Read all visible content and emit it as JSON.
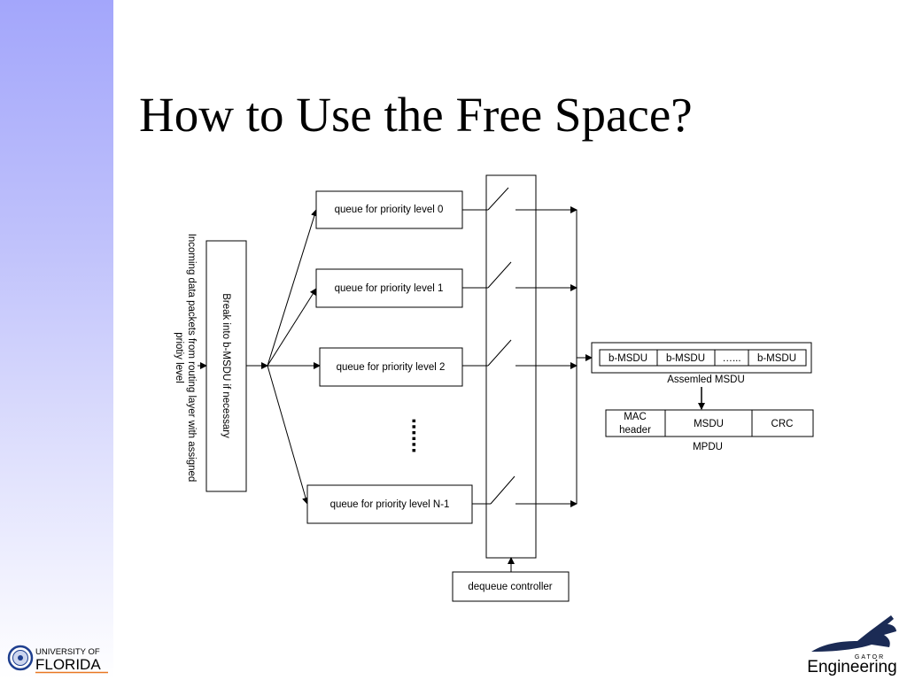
{
  "slide": {
    "title": "How to Use the Free Space?"
  },
  "diagram": {
    "incoming_label_line1": "Incoming data packets from  routing layer with assigned",
    "incoming_label_line2": "priotiy level",
    "break_box": "Break into b-MSDU if necessary",
    "queues": [
      "queue for priority level 0",
      "queue for priority level 1",
      "queue for priority level 2",
      "queue for priority level N-1"
    ],
    "ellipsis": "......",
    "dequeue_controller": "dequeue controller",
    "assembled": {
      "cells": [
        "b-MSDU",
        "b-MSDU",
        "…...",
        "b-MSDU"
      ],
      "caption": "Assemled MSDU"
    },
    "mpdu": {
      "mac_line1": "MAC",
      "mac_line2": "header",
      "msdu": "MSDU",
      "crc": "CRC",
      "caption": "MPDU"
    }
  },
  "logos": {
    "uf_line1": "UNIVERSITY OF",
    "uf_line2": "FLORIDA",
    "gator_top": "GATOR",
    "gator_main": "Engineering"
  },
  "colors": {
    "sidebar_top": "#a3a6fb",
    "uf_blue": "#1f3f8f",
    "gator_navy": "#1b2b55"
  }
}
